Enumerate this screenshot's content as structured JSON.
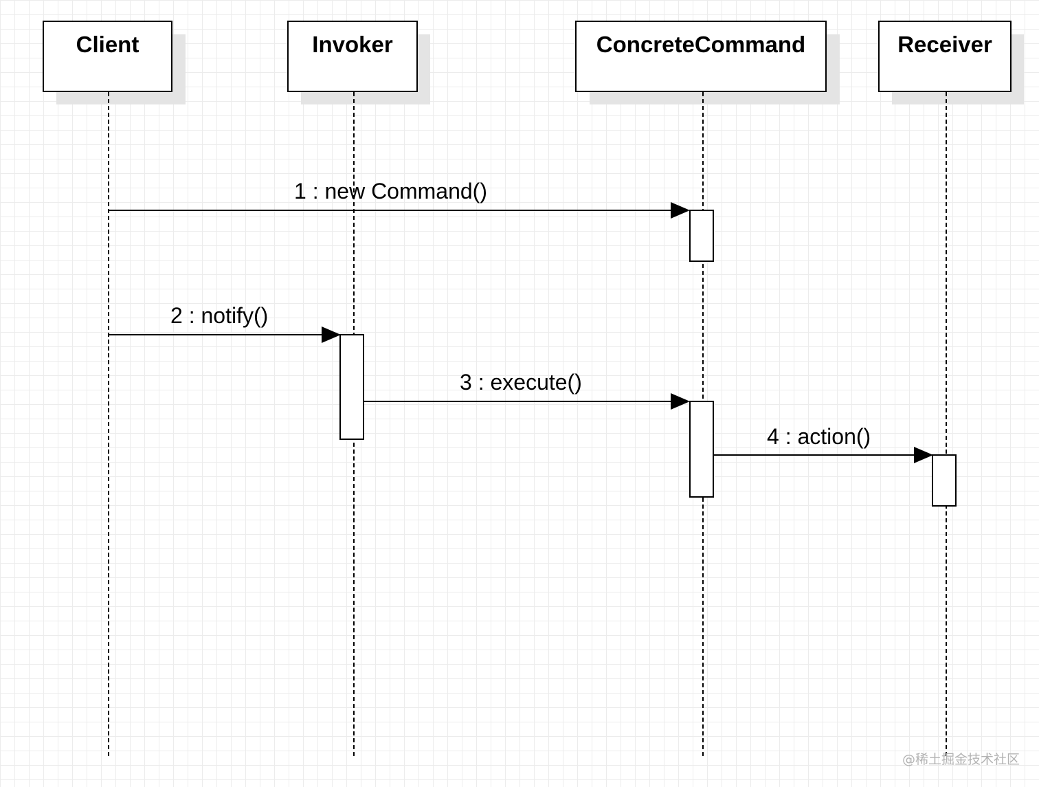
{
  "participants": [
    {
      "name": "Client"
    },
    {
      "name": "Invoker"
    },
    {
      "name": "ConcreteCommand"
    },
    {
      "name": "Receiver"
    }
  ],
  "messages": [
    {
      "label": "1 : new Command()"
    },
    {
      "label": "2 : notify()"
    },
    {
      "label": "3 : execute()"
    },
    {
      "label": "4 : action()"
    }
  ],
  "watermark": "@稀土掘金技术社区"
}
